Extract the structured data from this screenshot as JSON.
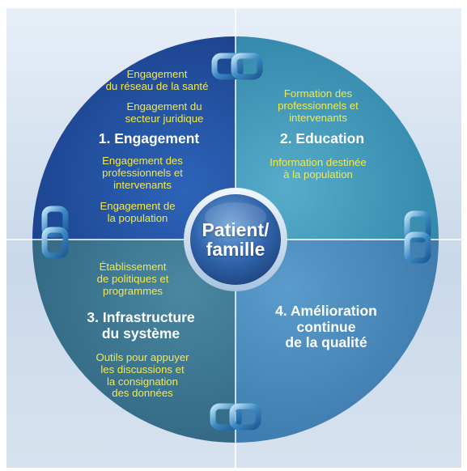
{
  "center": {
    "line1": "Patient/",
    "line2": "famille"
  },
  "quadrants": {
    "engagement": {
      "title": "1. Engagement",
      "items": [
        [
          "Engagement",
          "du réseau de la santé"
        ],
        [
          "Engagement du",
          "secteur juridique"
        ],
        [
          "Engagement des",
          "professionnels et",
          "intervenants"
        ],
        [
          "Engagement de",
          "la population"
        ]
      ]
    },
    "education": {
      "title": "2. Education",
      "items": [
        [
          "Formation des",
          "professionnels et",
          "intervenants"
        ],
        [
          "Information destinée",
          "à la population"
        ]
      ]
    },
    "infrastructure": {
      "title": [
        "3. Infrastructure",
        "du système"
      ],
      "items": [
        [
          "Établissement",
          "de politiques et",
          "programmes"
        ],
        [
          "Outils pour appuyer",
          "les discussions et",
          "la consignation",
          "des données"
        ]
      ]
    },
    "amelioration": {
      "title": [
        "4. Amélioration",
        "continue",
        "de la qualité"
      ]
    }
  },
  "colors": {
    "q1": "#1f4fa0",
    "q2": "#3f97b9",
    "q3": "#3d7792",
    "q4": "#4a88b8",
    "accent_text": "#f4e94a",
    "title_text": "#ffffff"
  },
  "icons": [
    "chain-link-icon"
  ]
}
